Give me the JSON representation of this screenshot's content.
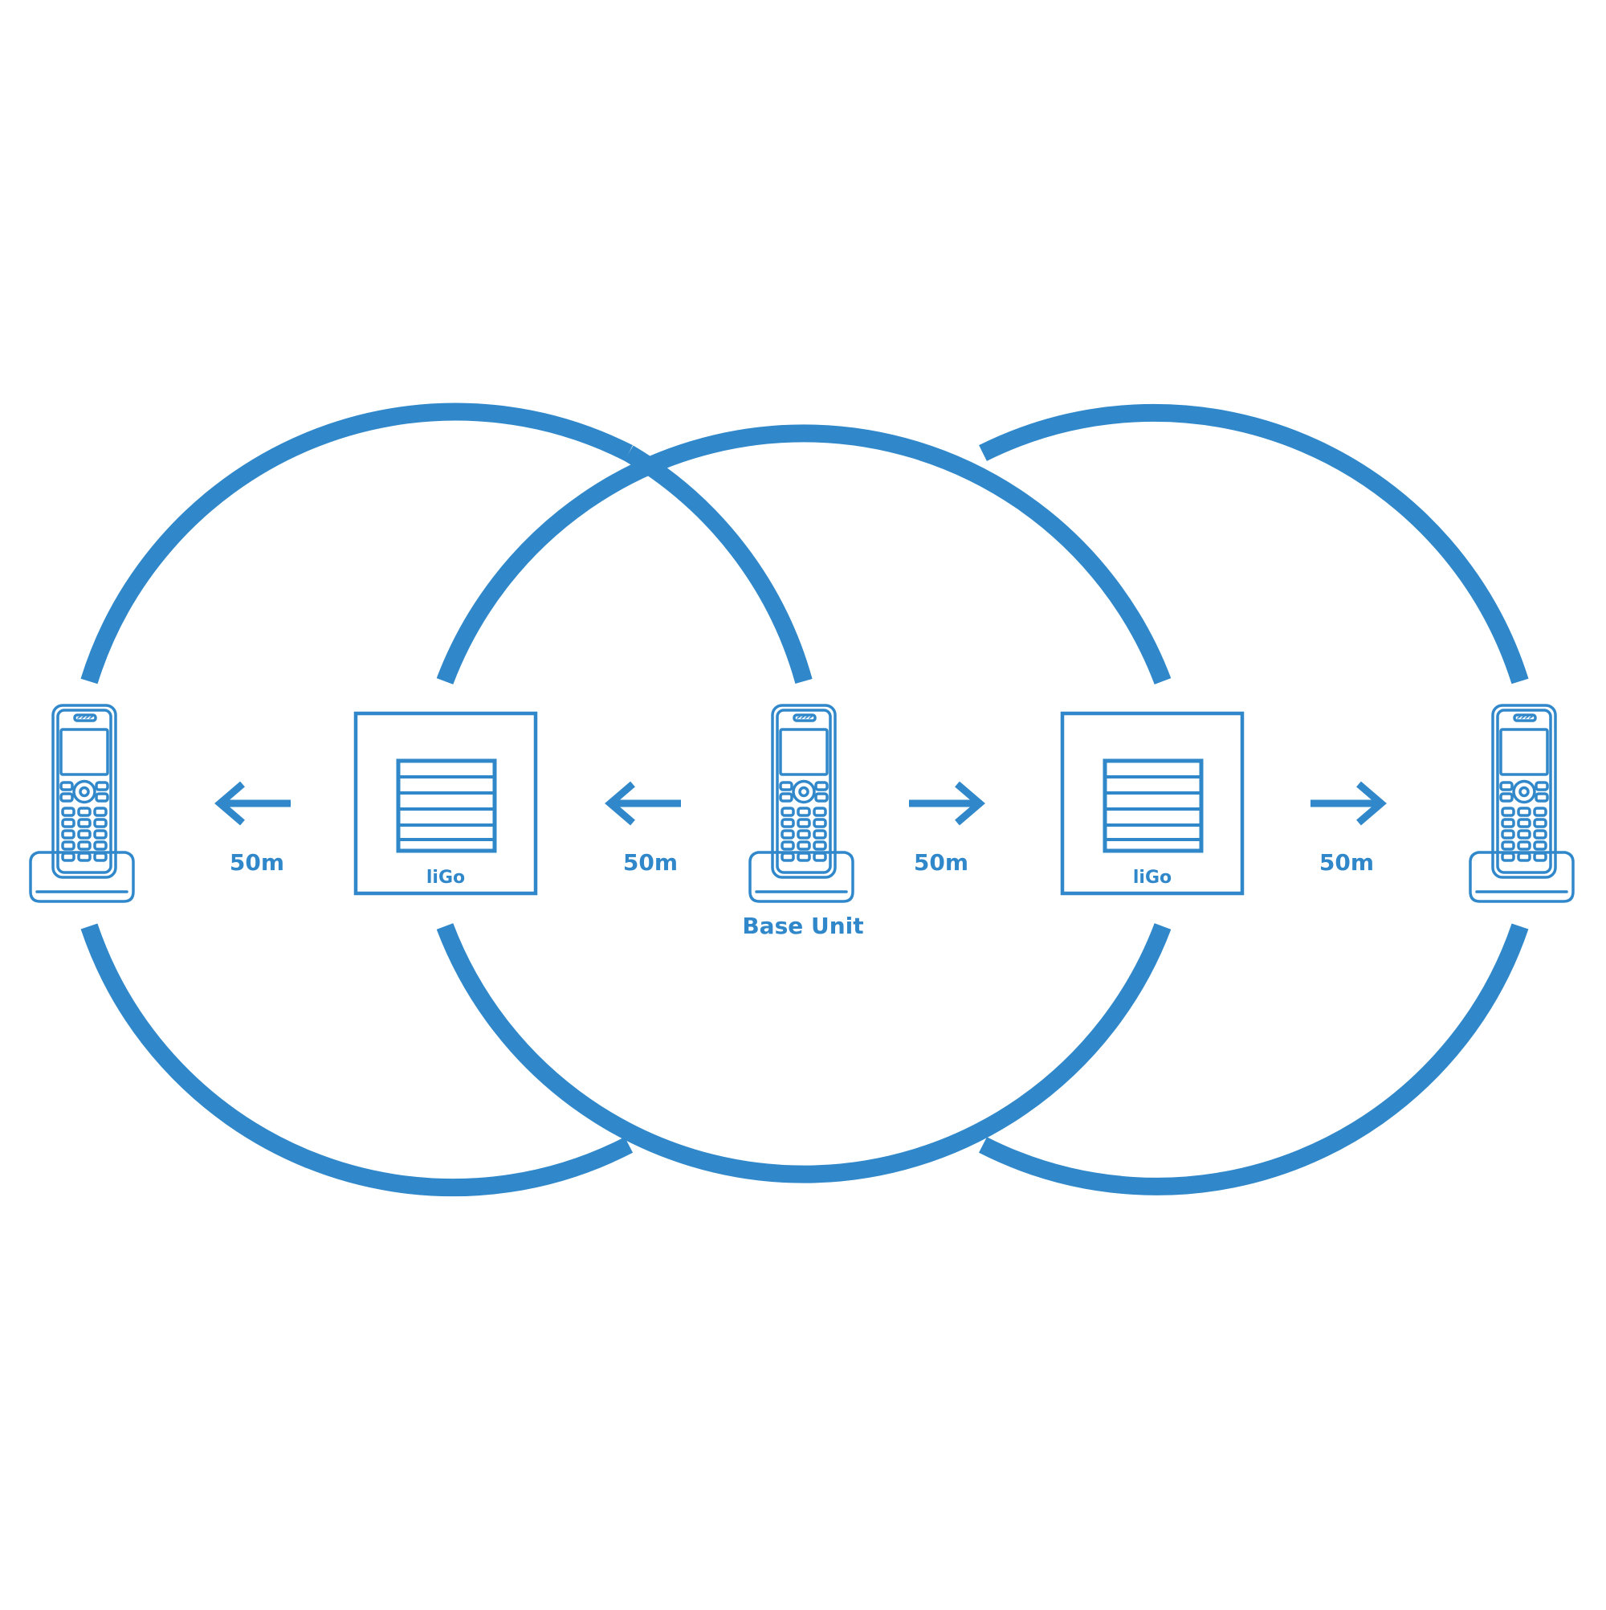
{
  "colors": {
    "accent": "#3088CA",
    "background": "#FFFFFF"
  },
  "nodes": {
    "left_handset": {
      "label": ""
    },
    "left_ligo": {
      "label": "liGo"
    },
    "base_unit": {
      "label": "Base Unit"
    },
    "right_ligo": {
      "label": "liGo"
    },
    "right_handset": {
      "label": ""
    }
  },
  "links": [
    {
      "label": "50m",
      "direction": "left"
    },
    {
      "label": "50m",
      "direction": "left"
    },
    {
      "label": "50m",
      "direction": "right"
    },
    {
      "label": "50m",
      "direction": "right"
    }
  ],
  "icons": {
    "handset": "cordless-phone-icon",
    "repeater": "ligo-repeater-icon",
    "arrow_left": "arrow-left-icon",
    "arrow_right": "arrow-right-icon"
  }
}
